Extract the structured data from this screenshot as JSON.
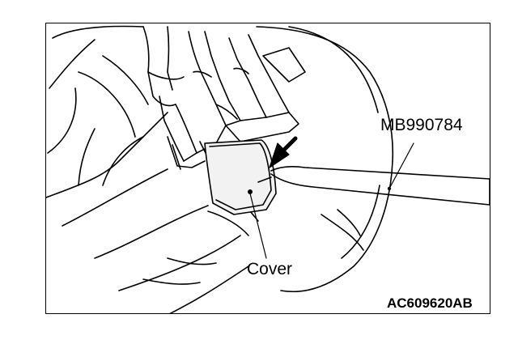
{
  "labels": {
    "tool": "MB990784",
    "cover": "Cover",
    "figure_code": "AC609620AB"
  },
  "colors": {
    "line": "#000000",
    "background": "#ffffff",
    "shade": "#f2f2f2"
  }
}
